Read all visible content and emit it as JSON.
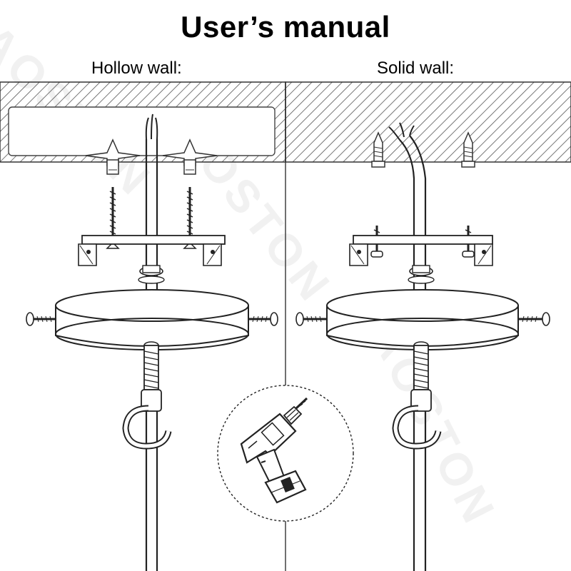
{
  "title": "User’s manual",
  "sections": {
    "hollow_label": "Hollow wall:",
    "solid_label": "Solid wall:"
  },
  "watermark": {
    "text": "AOSTON"
  },
  "icons": [
    "drill-icon",
    "hook-icon",
    "screw-icon",
    "wall-anchor-icon",
    "canopy-icon",
    "mounting-bracket-icon",
    "cable-icon"
  ]
}
